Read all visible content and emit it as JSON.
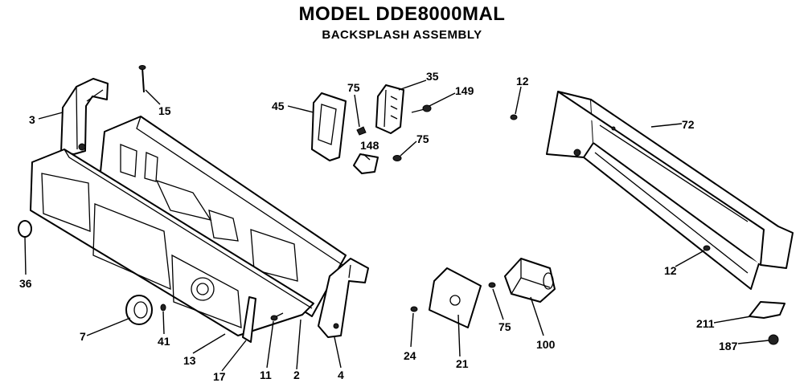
{
  "title": "MODEL DDE8000MAL",
  "subtitle": "BACKSPLASH ASSEMBLY",
  "callouts": [
    {
      "id": "c3",
      "text": "3"
    },
    {
      "id": "c15",
      "text": "15"
    },
    {
      "id": "c45",
      "text": "45"
    },
    {
      "id": "c75a",
      "text": "75"
    },
    {
      "id": "c35",
      "text": "35"
    },
    {
      "id": "c149",
      "text": "149"
    },
    {
      "id": "c12a",
      "text": "12"
    },
    {
      "id": "c72",
      "text": "72"
    },
    {
      "id": "c148",
      "text": "148"
    },
    {
      "id": "c75b",
      "text": "75"
    },
    {
      "id": "c36",
      "text": "36"
    },
    {
      "id": "c7",
      "text": "7"
    },
    {
      "id": "c41",
      "text": "41"
    },
    {
      "id": "c13",
      "text": "13"
    },
    {
      "id": "c17",
      "text": "17"
    },
    {
      "id": "c11",
      "text": "11"
    },
    {
      "id": "c2",
      "text": "2"
    },
    {
      "id": "c4",
      "text": "4"
    },
    {
      "id": "c24",
      "text": "24"
    },
    {
      "id": "c21",
      "text": "21"
    },
    {
      "id": "c75c",
      "text": "75"
    },
    {
      "id": "c100",
      "text": "100"
    },
    {
      "id": "c12b",
      "text": "12"
    },
    {
      "id": "c211",
      "text": "211"
    },
    {
      "id": "c187",
      "text": "187"
    }
  ]
}
